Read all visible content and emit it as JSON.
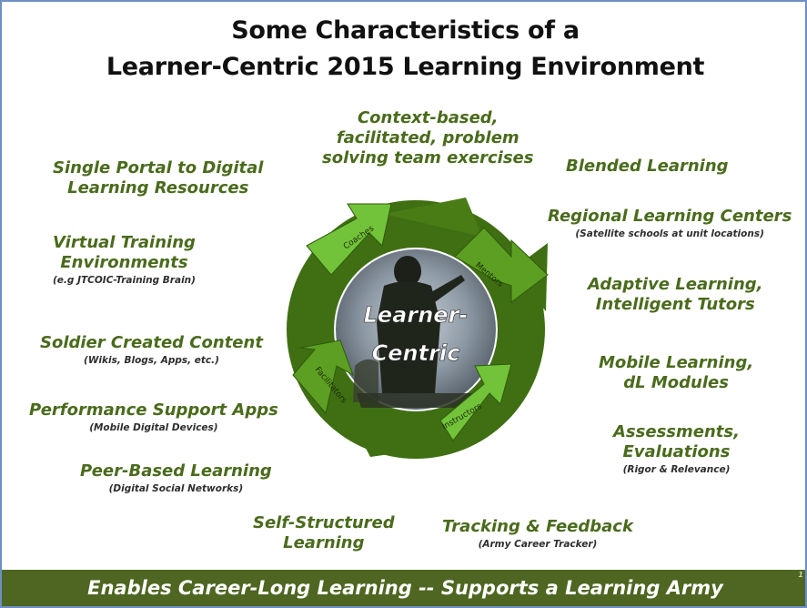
{
  "title": {
    "line1": "Some Characteristics of a",
    "line2": "Learner-Centric 2015 Learning Environment"
  },
  "center": {
    "line1": "Learner-",
    "line2": "Centric"
  },
  "cycle_arrows": {
    "coaches": "Coaches",
    "mentors": "Mentors",
    "instructors": "Instructors",
    "facilitators": "Facilitators"
  },
  "items": {
    "context_based": {
      "lines": [
        "Context-based,",
        "facilitated, problem",
        "solving team exercises"
      ]
    },
    "single_portal": {
      "lines": [
        "Single Portal to Digital",
        "Learning Resources"
      ]
    },
    "blended": {
      "lines": [
        "Blended Learning"
      ]
    },
    "regional": {
      "main": "Regional Learning  Centers",
      "sub": "(Satellite schools at unit locations)"
    },
    "virtual": {
      "lines": [
        "Virtual Training",
        "Environments"
      ],
      "sub": "(e.g  JTCOIC-Training Brain)"
    },
    "adaptive": {
      "lines": [
        "Adaptive Learning,",
        "Intelligent Tutors"
      ]
    },
    "soldier": {
      "main": "Soldier Created Content",
      "sub": "(Wikis, Blogs, Apps, etc.)"
    },
    "mobile": {
      "lines": [
        "Mobile Learning,",
        "dL Modules"
      ]
    },
    "performance": {
      "main": "Performance Support Apps",
      "sub": "(Mobile Digital Devices)"
    },
    "assessments": {
      "lines": [
        "Assessments,",
        "Evaluations"
      ],
      "sub": "(Rigor & Relevance)"
    },
    "peer": {
      "main": "Peer-Based Learning",
      "sub": "(Digital Social Networks)"
    },
    "self_structured": {
      "lines": [
        "Self-Structured",
        "Learning"
      ]
    },
    "tracking": {
      "main": "Tracking & Feedback",
      "sub": "(Army Career Tracker)"
    }
  },
  "footer": "Enables Career-Long Learning  --  Supports a Learning Army",
  "page_number": "1",
  "colors": {
    "dark_green": "#3f6f12",
    "light_green": "#72c23a",
    "text_green": "#4a6b1c",
    "footer_bg": "#4e6621",
    "border": "#6d8fc4"
  }
}
